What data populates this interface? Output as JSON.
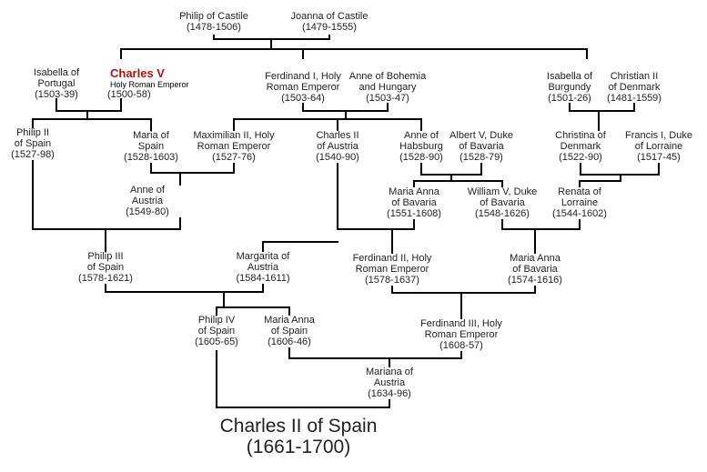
{
  "people": {
    "philip_castile": {
      "name": [
        "Philip of Castile"
      ],
      "dates": "(1478-1506)"
    },
    "joanna_castile": {
      "name": [
        "Joanna of Castile"
      ],
      "dates": "(1479-1555)"
    },
    "isabella_portugal": {
      "name": [
        "Isabella of",
        "Portugal"
      ],
      "dates": "(1503-39)"
    },
    "charles_v": {
      "name": "Charles V",
      "title": "Holy Roman Emperor",
      "dates": "(1500-58)"
    },
    "ferdinand_i": {
      "name": [
        "Ferdinand I, Holy",
        "Roman Emperor"
      ],
      "dates": "(1503-64)"
    },
    "anne_bohemia": {
      "name": [
        "Anne of Bohemia",
        "and Hungary"
      ],
      "dates": "(1503-47)"
    },
    "isabella_burgundy": {
      "name": [
        "Isabella of",
        "Burgundy"
      ],
      "dates": "(1501-26)"
    },
    "christian_ii": {
      "name": [
        "Christian II",
        "of Denmark"
      ],
      "dates": "(1481-1559)"
    },
    "philip_ii": {
      "name": [
        "Philip II",
        "of Spain"
      ],
      "dates": "(1527-98)"
    },
    "maria_spain": {
      "name": [
        "Maria of",
        "Spain"
      ],
      "dates": "(1528-1603)"
    },
    "maximilian_ii": {
      "name": [
        "Maximilian II, Holy",
        "Roman Emperor"
      ],
      "dates": "(1527-76)"
    },
    "charles_ii_austria": {
      "name": [
        "Charles II",
        "of Austria"
      ],
      "dates": "(1540-90)"
    },
    "anne_habsburg": {
      "name": [
        "Anne of",
        "Habsburg"
      ],
      "dates": "(1528-90)"
    },
    "albert_v": {
      "name": [
        "Albert V, Duke",
        "of Bavaria"
      ],
      "dates": "(1528-79)"
    },
    "christina_denmark": {
      "name": [
        "Christina of",
        "Denmark"
      ],
      "dates": "(1522-90)"
    },
    "francis_i_lorraine": {
      "name": [
        "Francis I, Duke",
        "of Lorraine"
      ],
      "dates": "(1517-45)"
    },
    "anne_austria": {
      "name": [
        "Anne of",
        "Austria"
      ],
      "dates": "(1549-80)"
    },
    "maria_anna_bavaria_1": {
      "name": [
        "Maria Anna",
        "of Bavaria"
      ],
      "dates": "(1551-1608)"
    },
    "william_v": {
      "name": [
        "William V, Duke",
        "of Bavaria"
      ],
      "dates": "(1548-1626)"
    },
    "renata_lorraine": {
      "name": [
        "Renata of",
        "Lorraine"
      ],
      "dates": "(1544-1602)"
    },
    "philip_iii": {
      "name": [
        "Philip III",
        "of Spain"
      ],
      "dates": "(1578-1621)"
    },
    "margarita_austria": {
      "name": [
        "Margarita of",
        "Austria"
      ],
      "dates": "(1584-1611)"
    },
    "ferdinand_ii": {
      "name": [
        "Ferdinand II, Holy",
        "Roman Emperor"
      ],
      "dates": "(1578-1637)"
    },
    "maria_anna_bavaria_2": {
      "name": [
        "Maria Anna",
        "of Bavaria"
      ],
      "dates": "(1574-1616)"
    },
    "philip_iv": {
      "name": [
        "Philip IV",
        "of Spain"
      ],
      "dates": "(1605-65)"
    },
    "maria_anna_spain": {
      "name": [
        "Maria Anna",
        "of Spain"
      ],
      "dates": "(1606-46)"
    },
    "ferdinand_iii": {
      "name": [
        "Ferdinand III, Holy",
        "Roman Emperor"
      ],
      "dates": "(1608-57)"
    },
    "mariana_austria": {
      "name": [
        "Mariana of",
        "Austria"
      ],
      "dates": "(1634-96)"
    },
    "charles_ii_spain": {
      "name": [
        "Charles II of Spain"
      ],
      "dates": "(1661-1700)"
    }
  },
  "colors": {
    "line": "#000000",
    "text": "#222222",
    "highlight": "#b01010"
  }
}
